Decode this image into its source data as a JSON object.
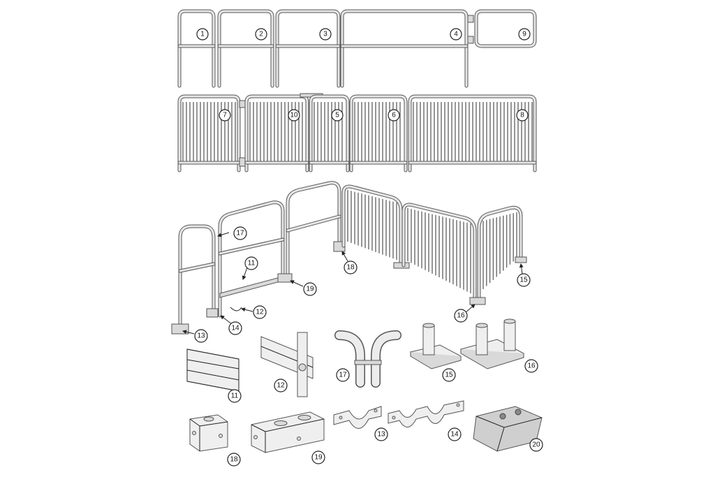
{
  "callouts": {
    "row1": [
      "1",
      "2",
      "3",
      "4",
      "9"
    ],
    "row2": [
      "7",
      "10",
      "5",
      "6",
      "8"
    ],
    "assembly": [
      "17",
      "11",
      "12",
      "13",
      "14",
      "19",
      "18",
      "16",
      "15"
    ],
    "parts_row1": [
      "11",
      "12",
      "17",
      "15",
      "16"
    ],
    "parts_row2": [
      "18",
      "19",
      "13",
      "14",
      "20"
    ]
  }
}
